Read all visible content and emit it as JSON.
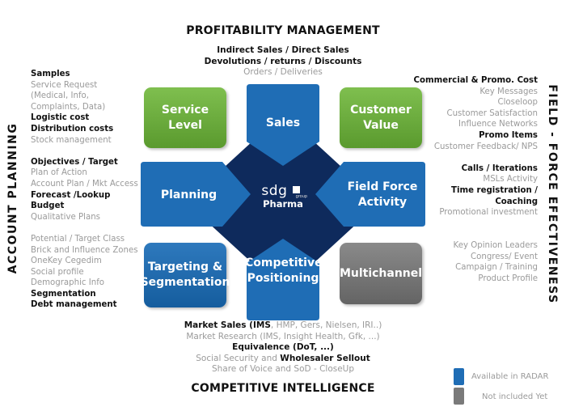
{
  "headings": {
    "top": "PROFITABILITY MANAGEMENT",
    "bottom": "COMPETITIVE INTELLIGENCE",
    "left": "ACCOUNT PLANNING",
    "right": "FIELD - FORCE EFECTIVENESS"
  },
  "top_text": [
    {
      "text": "Indirect Sales / Direct Sales",
      "bold": true
    },
    {
      "text": "Devolutions / returns / Discounts",
      "bold": true
    },
    {
      "text": "Orders / Deliveries",
      "bold": false
    }
  ],
  "left_text": [
    {
      "text": "Samples",
      "bold": true
    },
    {
      "text": "Service Request",
      "bold": false
    },
    {
      "text": "(Medical, Info,",
      "bold": false
    },
    {
      "text": "Complaints, Data)",
      "bold": false
    },
    {
      "text": "Logistic cost",
      "bold": true
    },
    {
      "text": "Distribution costs",
      "bold": true
    },
    {
      "text": "Stock management",
      "bold": false
    },
    {
      "text": "",
      "bold": false
    },
    {
      "text": "Objectives / Target",
      "bold": true
    },
    {
      "text": "Plan of Action",
      "bold": false
    },
    {
      "text": "Account Plan / Mkt Access",
      "bold": false
    },
    {
      "text": "Forecast /Lookup",
      "bold": true
    },
    {
      "text": "Budget",
      "bold": true
    },
    {
      "text": "Qualitative Plans",
      "bold": false
    },
    {
      "text": "",
      "bold": false
    },
    {
      "text": "Potential / Target Class",
      "bold": false
    },
    {
      "text": "Brick and Influence Zones",
      "bold": false
    },
    {
      "text": "OneKey Cegedim",
      "bold": false
    },
    {
      "text": "Social profile",
      "bold": false
    },
    {
      "text": "Demographic Info",
      "bold": false
    },
    {
      "text": "Segmentation",
      "bold": true
    },
    {
      "text": "Debt management",
      "bold": true
    }
  ],
  "right_text": [
    {
      "text": "Commercial & Promo. Cost",
      "bold": true
    },
    {
      "text": "Key Messages",
      "bold": false
    },
    {
      "text": "Closeloop",
      "bold": false
    },
    {
      "text": "Customer Satisfaction",
      "bold": false
    },
    {
      "text": "Influence Networks",
      "bold": false
    },
    {
      "text": "Promo Items",
      "bold": true
    },
    {
      "text": "Customer Feedback/ NPS",
      "bold": false
    },
    {
      "text": "",
      "bold": false
    },
    {
      "text": "Calls / Iterations",
      "bold": true
    },
    {
      "text": "MSLs Activity",
      "bold": false
    },
    {
      "text": "Time registration /",
      "bold": true
    },
    {
      "text": "Coaching",
      "bold": true
    },
    {
      "text": "Promotional investment",
      "bold": false
    },
    {
      "text": "",
      "bold": false
    },
    {
      "text": "",
      "bold": false
    },
    {
      "text": "Key Opinion Leaders",
      "bold": false
    },
    {
      "text": "Congress/ Event",
      "bold": false
    },
    {
      "text": "Campaign / Training",
      "bold": false
    },
    {
      "text": "Product Profile",
      "bold": false
    }
  ],
  "bottom_text": {
    "line1": [
      {
        "text": "Market Sales (",
        "bold": true
      },
      {
        "text": "IMS",
        "bold": true
      },
      {
        "text": ", HMP, Gers, Nielsen, IRI..)",
        "bold": false
      }
    ],
    "line2": [
      {
        "text": "Market Research (IMS, Insight Health, Gfk, ...)",
        "bold": false
      }
    ],
    "line3": [
      {
        "text": "Equivalence (DoT, ...)",
        "bold": true
      }
    ],
    "line4": [
      {
        "text": "Social Security and ",
        "bold": false
      },
      {
        "text": "Wholesaler Sellout",
        "bold": true
      }
    ],
    "line5": [
      {
        "text": "Share of Voice and SoD - CloseUp",
        "bold": false
      }
    ]
  },
  "boxes": {
    "service_level": "Service\nLevel",
    "sales": "Sales",
    "customer_value": "Customer\nValue",
    "planning": "Planning",
    "field_force": "Field Force\nActivity",
    "targeting": "Targeting &\nSegmentation",
    "competitive": "Competitive\nPositioning",
    "multichannel": "Multichannel"
  },
  "center": {
    "logo": "sdg",
    "logo_sub": "group",
    "title": "Pharma"
  },
  "legend": [
    {
      "label": "Available in RADAR",
      "color": "#1f6db5"
    },
    {
      "label": "Not included Yet",
      "color": "#7a7a7a"
    }
  ],
  "colors": {
    "green": "#6aad3c",
    "blue": "#1f6db5",
    "gray": "#7a7a7a",
    "navy": "#0e2a5c"
  }
}
